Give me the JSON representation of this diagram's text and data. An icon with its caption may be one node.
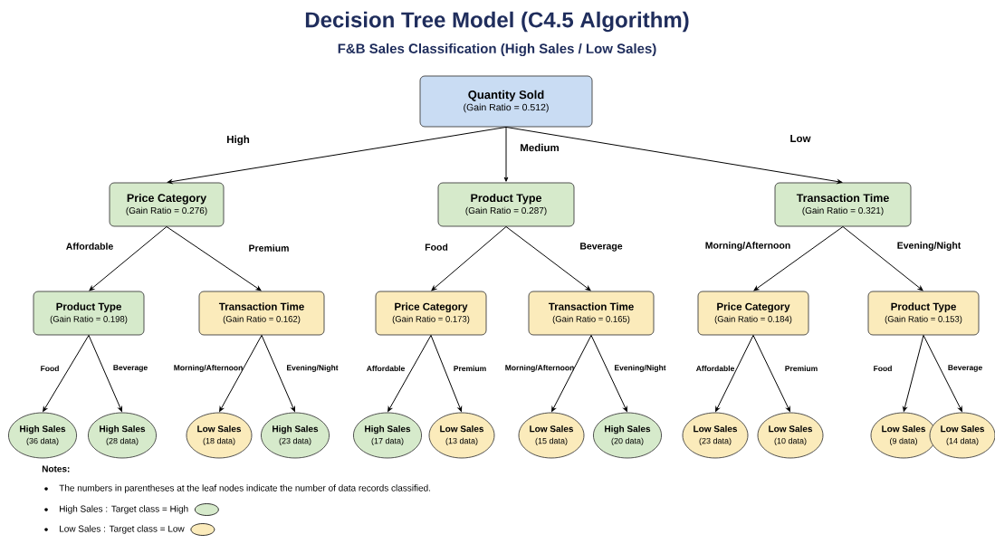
{
  "diagram": {
    "title": "Decision Tree Model (C4.5 Algorithm)",
    "nodes": [
      {
        "text": [
          "Quantity Sold",
          "(Gain Ratio = 0.512)"
        ]
      },
      {
        "text": [
          "Price Category",
          "(Gain Ratio = 0.276)"
        ]
      },
      {
        "text": [
          "Product Type",
          "(Gain Ratio = 0.287)"
        ]
      },
      {
        "text": [
          "Transaction Time",
          "(Gain Ratio = 0.321)"
        ]
      },
      {
        "text": [
          "Product Type",
          "(Gain Ratio = 0.198)"
        ]
      },
      {
        "text": [
          "Transaction Time",
          "(Gain Ratio = 0.162)"
        ]
      },
      {
        "text": [
          "Price Category",
          "(Gain Ratio = 0.173)"
        ]
      },
      {
        "text": [
          "Transaction Time",
          "(Gain Ratio = 0.165)"
        ]
      },
      {
        "text": [
          "Price Category",
          "(Gain Ratio = 0.184)"
        ]
      },
      {
        "text": [
          "Product Type",
          "(Gain Ratio = 0.153)"
        ]
      },
      {
        "text": [
          "High Sales",
          "(36 data)"
        ]
      },
      {
        "text": [
          "High Sales",
          "(28 data)"
        ]
      },
      {
        "text": [
          "Low Sales",
          "(18 data)"
        ]
      },
      {
        "text": [
          "High Sales",
          "(23 data)"
        ]
      },
      {
        "text": [
          "High Sales",
          "(17 data)"
        ]
      },
      {
        "text": [
          "Low Sales",
          "(13 data)"
        ]
      },
      {
        "text": [
          "Low Sales",
          "(15 data)"
        ]
      },
      {
        "text": [
          "High Sales",
          "(20 data)"
        ]
      },
      {
        "text": [
          "Low Sales",
          "(23 data)"
        ]
      },
      {
        "text": [
          "Low Sales",
          "(10 data)"
        ]
      },
      {
        "text": [
          "Low Sales",
          "(9 data)"
        ]
      },
      {
        "text": [
          "Low Sales",
          "(14 data)"
        ]
      }
    ],
    "edges": [
      {
        "from": 0,
        "to": 1,
        "arrow": "to",
        "label": "High"
      },
      {
        "from": 0,
        "to": 2,
        "arrow": "to",
        "label": "Medium"
      },
      {
        "from": 0,
        "to": 3,
        "arrow": "to",
        "label": "Low"
      },
      {
        "from": 1,
        "to": 4,
        "arrow": "to",
        "label": "Affordable"
      },
      {
        "from": 1,
        "to": 5,
        "arrow": "to",
        "label": "Premium"
      },
      {
        "from": 2,
        "to": 6,
        "arrow": "to",
        "label": "Food"
      },
      {
        "from": 2,
        "to": 7,
        "arrow": "to",
        "label": "Beverage"
      },
      {
        "from": 3,
        "to": 8,
        "arrow": "to",
        "label": "Morning/Afternoon"
      },
      {
        "from": 3,
        "to": 9,
        "arrow": "to",
        "label": "Evening/Night"
      },
      {
        "from": 4,
        "to": 10,
        "arrow": "to",
        "label": "Food"
      },
      {
        "from": 4,
        "to": 11,
        "arrow": "to",
        "label": "Beverage"
      },
      {
        "from": 5,
        "to": 12,
        "arrow": "to",
        "label": "Morning/Afternoon"
      },
      {
        "from": 5,
        "to": 13,
        "arrow": "to",
        "label": "Evening/Night"
      },
      {
        "from": 6,
        "to": 14,
        "arrow": "to",
        "label": "Affordable"
      },
      {
        "from": 6,
        "to": 15,
        "arrow": "to",
        "label": "Premium"
      },
      {
        "from": 7,
        "to": 16,
        "arrow": "to",
        "label": "Morning/Afternoon"
      },
      {
        "from": 7,
        "to": 17,
        "arrow": "to",
        "label": "Evening/Night"
      },
      {
        "from": 8,
        "to": 18,
        "arrow": "to",
        "label": "Affordable"
      },
      {
        "from": 8,
        "to": 19,
        "arrow": "to",
        "label": "Premium"
      },
      {
        "from": 9,
        "to": 20,
        "arrow": "to",
        "label": "Food"
      },
      {
        "from": 9,
        "to": 21,
        "arrow": "to",
        "label": "Beverage"
      }
    ],
    "labels": [
      "F&B Sales Classification (High Sales / Low Sales)",
      "Notes:",
      "The numbers in parentheses at the leaf nodes indicate the number of data records classified."
    ],
    "legend": [
      {
        "text": "High Sales : Target class = High",
        "color": "#d6eacb"
      },
      {
        "text": "Low Sales : Target class = Low",
        "color": "#fbebbb"
      }
    ]
  }
}
